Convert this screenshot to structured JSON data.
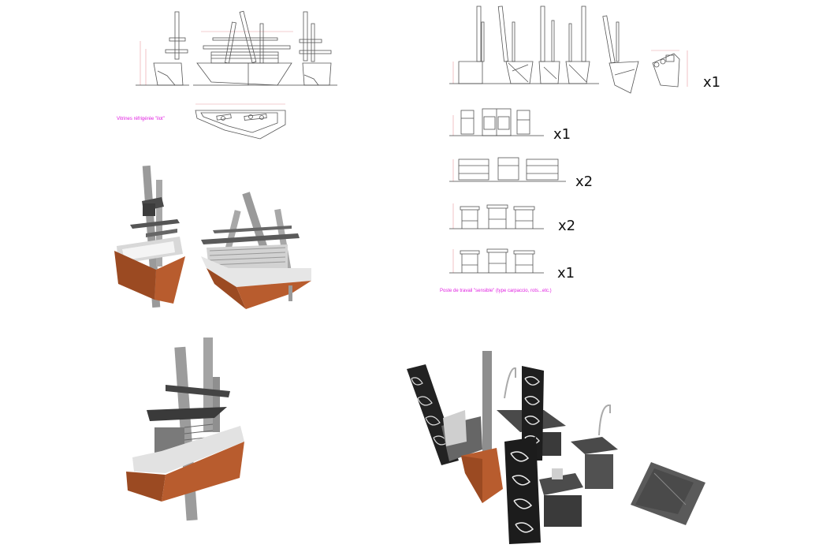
{
  "labels": {
    "vitrine": "Vitrines réfrigérée \"ilot\"",
    "poste": "Poste de travail \"sensible\" (type carpaccio, rots...etc.)"
  },
  "multipliers": {
    "m1": "x1",
    "m2": "x1",
    "m3": "x2",
    "m4": "x2",
    "m5": "x1"
  },
  "colors": {
    "annotation": "#e020e0",
    "rust": "#a8532a",
    "steel": "#5a5a5a",
    "pole": "#9a9a9a",
    "dimension": "#e79aa0"
  }
}
